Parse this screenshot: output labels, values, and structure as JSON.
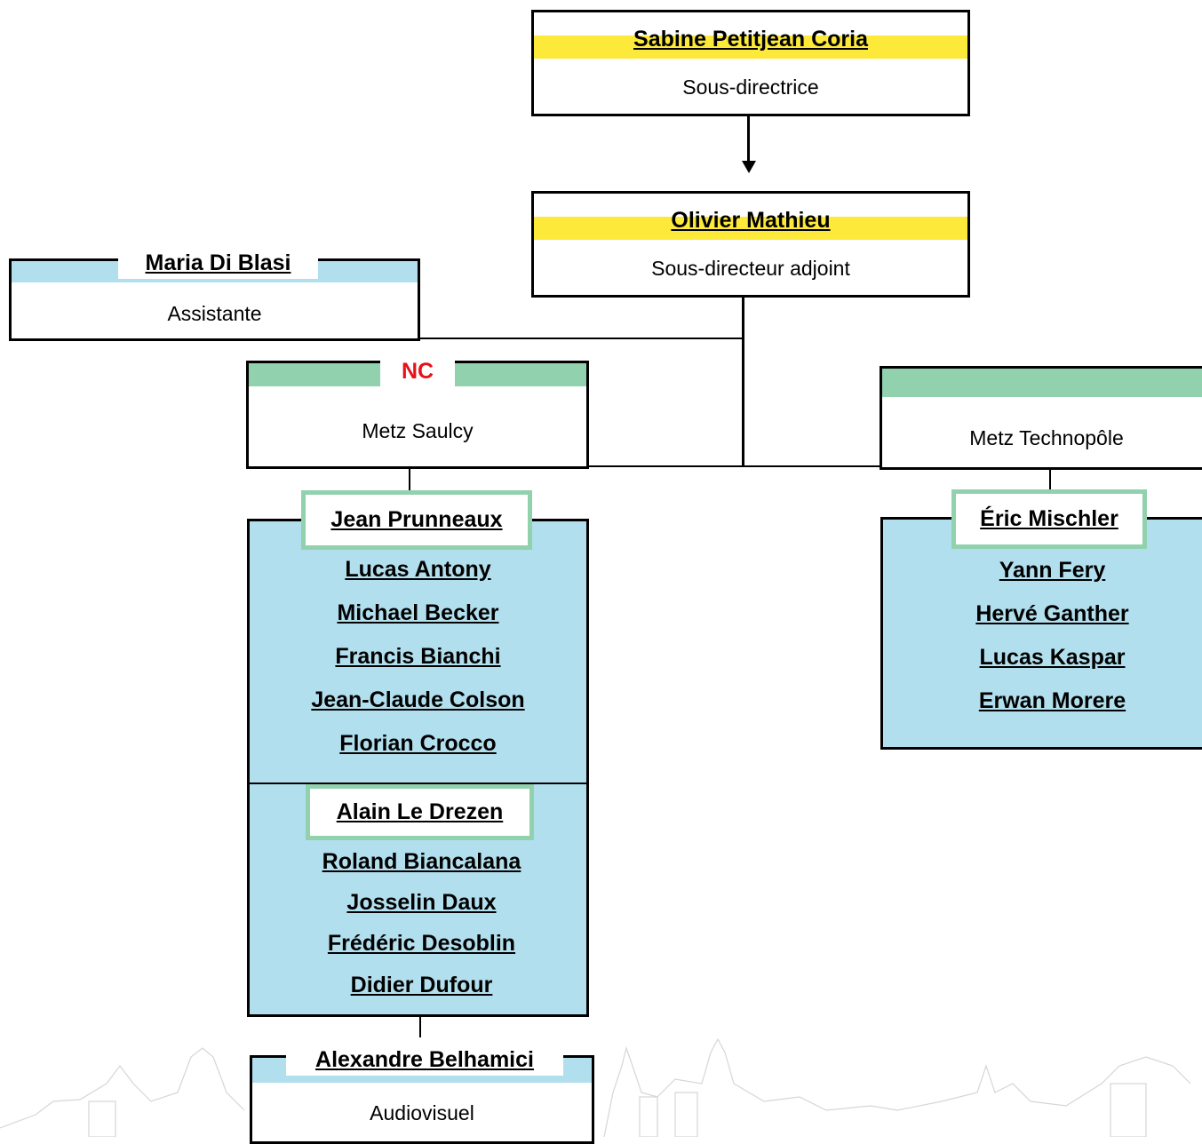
{
  "director": {
    "name": "Sabine Petitjean Coria",
    "role": "Sous-directrice"
  },
  "deputy": {
    "name": "Olivier Mathieu",
    "role": "Sous-directeur adjoint"
  },
  "assistant": {
    "name": "Maria Di Blasi",
    "role": "Assistante"
  },
  "saulcy": {
    "head": "NC",
    "site": "Metz Saulcy",
    "team1": {
      "lead": "Jean Prunneaux",
      "members": [
        "Lucas Antony",
        "Michael Becker",
        "Francis Bianchi",
        "Jean-Claude Colson",
        "Florian Crocco"
      ]
    },
    "team2": {
      "lead": "Alain Le Drezen",
      "members": [
        "Roland Biancalana",
        "Josselin Daux",
        "Frédéric Desoblin",
        "Didier Dufour"
      ]
    }
  },
  "technopole": {
    "head": "",
    "site": "Metz Technopôle",
    "team": {
      "lead": "Éric Mischler",
      "members": [
        "Yann Fery",
        "Hervé Ganther",
        "Lucas Kaspar",
        "Erwan Morere"
      ]
    }
  },
  "audiovisuel": {
    "name": "Alexandre Belhamici",
    "role": "Audiovisuel"
  },
  "colors": {
    "yellow_band": "#fde93a",
    "blue_band": "#b2dfee",
    "green_band": "#92d1ae",
    "nc_red": "#e8111a"
  }
}
